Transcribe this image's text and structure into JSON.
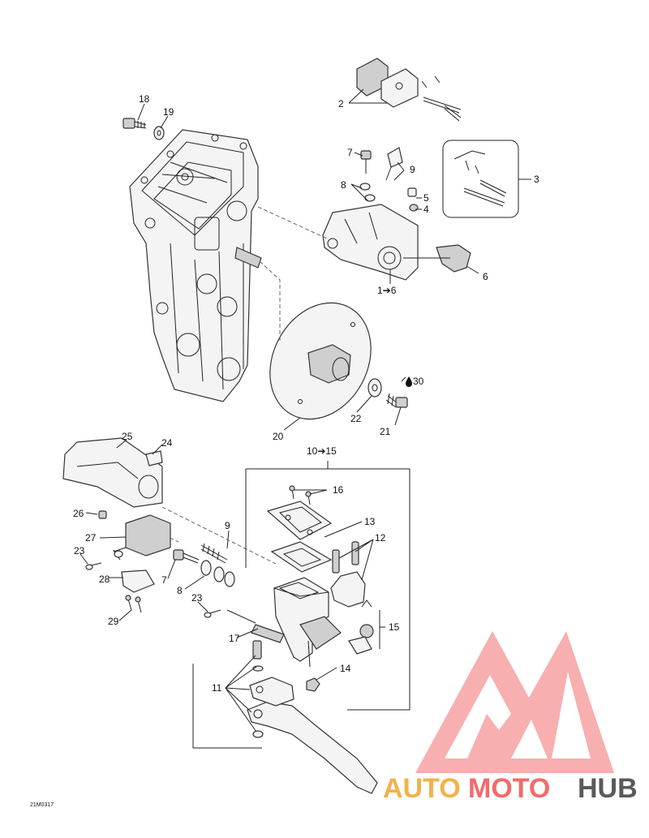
{
  "drawing_code": "21M0317",
  "callouts": {
    "c1_6": "1➔6",
    "c2": "2",
    "c3": "3",
    "c4": "4",
    "c5": "5",
    "c6": "6",
    "c7a": "7",
    "c7b": "7",
    "c8a": "8",
    "c8b": "8",
    "c9a": "9",
    "c9b": "9",
    "c10_15": "10➔15",
    "c11": "11",
    "c12": "12",
    "c13": "13",
    "c14": "14",
    "c15": "15",
    "c16": "16",
    "c17": "17",
    "c18": "18",
    "c19": "19",
    "c20": "20",
    "c21": "21",
    "c22": "22",
    "c23a": "23",
    "c23b": "23",
    "c24": "24",
    "c25": "25",
    "c26": "26",
    "c27": "27",
    "c28": "28",
    "c29": "29",
    "c30": "30"
  },
  "watermark": {
    "part1": "AUTO",
    "part2": "MOTO",
    "part3": "HUB",
    "color_primary": "#f26b6b",
    "color_secondary": "#f2b24a",
    "color_dark": "#5a5a5a"
  }
}
